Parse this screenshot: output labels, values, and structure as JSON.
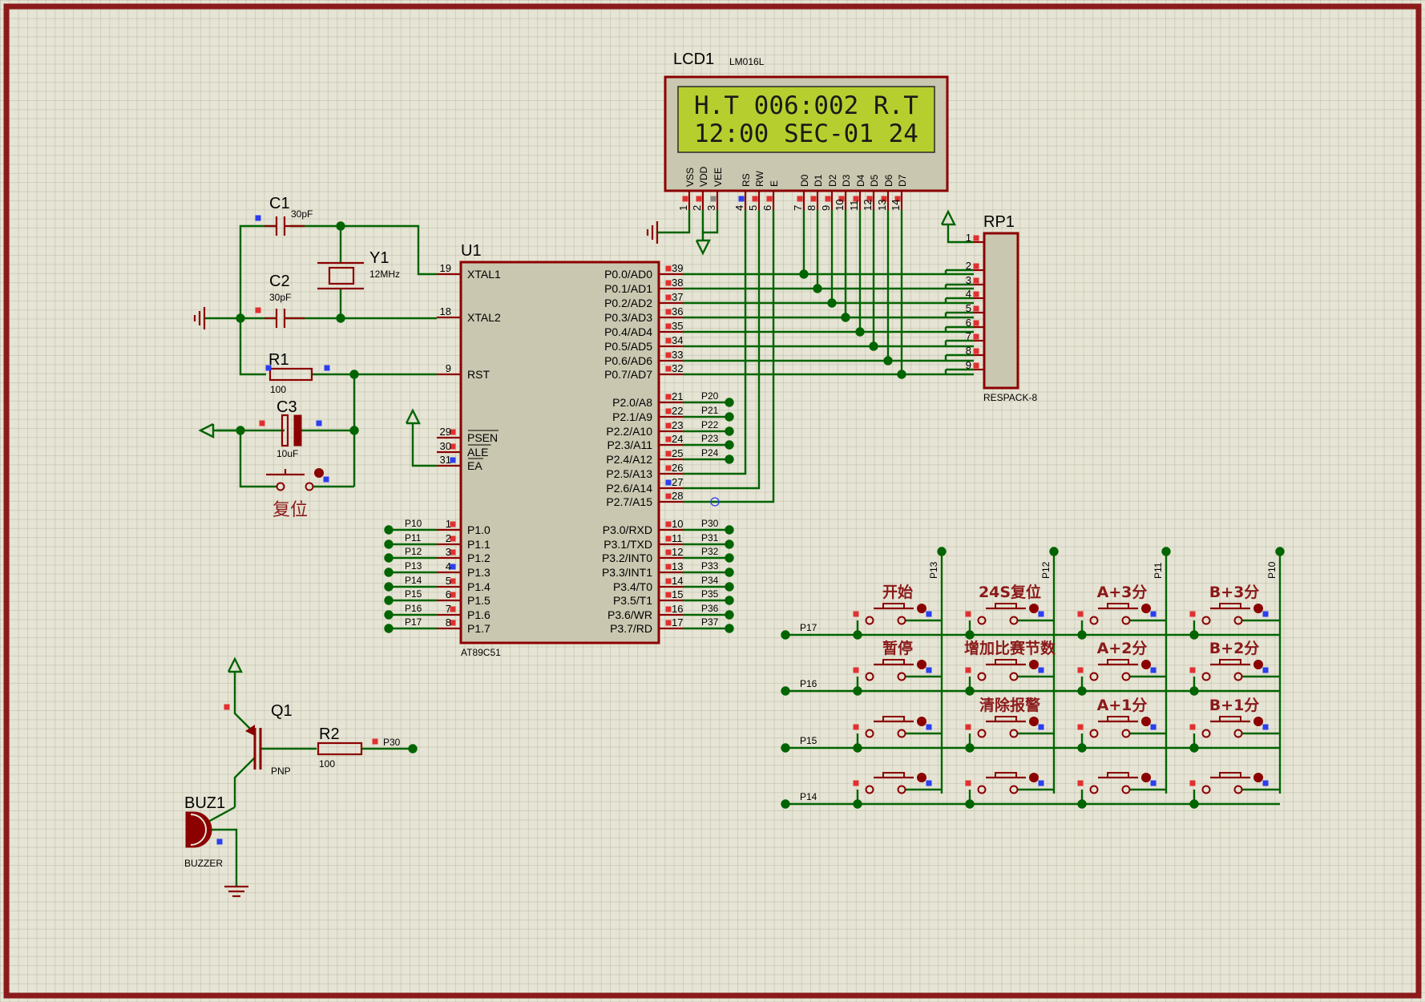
{
  "lcd": {
    "ref": "LCD1",
    "part": "LM016L",
    "line1": "H.T 006:002 R.T",
    "line2": "12:00 SEC-01 24",
    "pins": [
      "VSS",
      "VDD",
      "VEE",
      "RS",
      "RW",
      "E",
      "D0",
      "D1",
      "D2",
      "D3",
      "D4",
      "D5",
      "D6",
      "D7"
    ],
    "pin_numbers": [
      "1",
      "2",
      "3",
      "4",
      "5",
      "6",
      "7",
      "8",
      "9",
      "10",
      "11",
      "12",
      "13",
      "14"
    ]
  },
  "mcu": {
    "ref": "U1",
    "part": "AT89C51",
    "left_pins": [
      {
        "name": "XTAL1",
        "no": "19"
      },
      {
        "name": "XTAL2",
        "no": "18"
      },
      {
        "name": "RST",
        "no": "9"
      },
      {
        "name": "PSEN",
        "no": "29"
      },
      {
        "name": "ALE",
        "no": "30"
      },
      {
        "name": "EA",
        "no": "31"
      },
      {
        "name": "P1.0",
        "no": "1",
        "net": "P10"
      },
      {
        "name": "P1.1",
        "no": "2",
        "net": "P11"
      },
      {
        "name": "P1.2",
        "no": "3",
        "net": "P12"
      },
      {
        "name": "P1.3",
        "no": "4",
        "net": "P13"
      },
      {
        "name": "P1.4",
        "no": "5",
        "net": "P14"
      },
      {
        "name": "P1.5",
        "no": "6",
        "net": "P15"
      },
      {
        "name": "P1.6",
        "no": "7",
        "net": "P16"
      },
      {
        "name": "P1.7",
        "no": "8",
        "net": "P17"
      }
    ],
    "right_pins": [
      {
        "name": "P0.0/AD0",
        "no": "39"
      },
      {
        "name": "P0.1/AD1",
        "no": "38"
      },
      {
        "name": "P0.2/AD2",
        "no": "37"
      },
      {
        "name": "P0.3/AD3",
        "no": "36"
      },
      {
        "name": "P0.4/AD4",
        "no": "35"
      },
      {
        "name": "P0.5/AD5",
        "no": "34"
      },
      {
        "name": "P0.6/AD6",
        "no": "33"
      },
      {
        "name": "P0.7/AD7",
        "no": "32"
      },
      {
        "name": "P2.0/A8",
        "no": "21",
        "net": "P20"
      },
      {
        "name": "P2.1/A9",
        "no": "22",
        "net": "P21"
      },
      {
        "name": "P2.2/A10",
        "no": "23",
        "net": "P22"
      },
      {
        "name": "P2.3/A11",
        "no": "24",
        "net": "P23"
      },
      {
        "name": "P2.4/A12",
        "no": "25",
        "net": "P24"
      },
      {
        "name": "P2.5/A13",
        "no": "26",
        "net": ""
      },
      {
        "name": "P2.6/A14",
        "no": "27",
        "net": ""
      },
      {
        "name": "P2.7/A15",
        "no": "28",
        "net": ""
      },
      {
        "name": "P3.0/RXD",
        "no": "10",
        "net": "P30"
      },
      {
        "name": "P3.1/TXD",
        "no": "11",
        "net": "P31"
      },
      {
        "name": "P3.2/INT0",
        "no": "12",
        "net": "P32"
      },
      {
        "name": "P3.3/INT1",
        "no": "13",
        "net": "P33"
      },
      {
        "name": "P3.4/T0",
        "no": "14",
        "net": "P34"
      },
      {
        "name": "P3.5/T1",
        "no": "15",
        "net": "P35"
      },
      {
        "name": "P3.6/WR",
        "no": "16",
        "net": "P36"
      },
      {
        "name": "P3.7/RD",
        "no": "17",
        "net": "P37"
      }
    ]
  },
  "rp1": {
    "ref": "RP1",
    "part": "RESPACK-8",
    "pins": [
      "1",
      "2",
      "3",
      "4",
      "5",
      "6",
      "7",
      "8",
      "9"
    ]
  },
  "c1": {
    "ref": "C1",
    "value": "30pF"
  },
  "c2": {
    "ref": "C2",
    "value": "30pF"
  },
  "y1": {
    "ref": "Y1",
    "value": "12MHz"
  },
  "r1": {
    "ref": "R1",
    "value": "100"
  },
  "c3": {
    "ref": "C3",
    "value": "10uF"
  },
  "reset_label": "复位",
  "q1": {
    "ref": "Q1",
    "type": "PNP"
  },
  "r2": {
    "ref": "R2",
    "value": "100",
    "net": "P30"
  },
  "buz1": {
    "ref": "BUZ1",
    "part": "BUZZER"
  },
  "keypad": {
    "columns": [
      "P13",
      "P12",
      "P11",
      "P10"
    ],
    "rows": [
      "P17",
      "P16",
      "P15",
      "P14"
    ],
    "labels": [
      [
        "开始",
        "24S复位",
        "A+3分",
        "B+3分"
      ],
      [
        "暂停",
        "增加比赛节数",
        "A+2分",
        "B+2分"
      ],
      [
        "",
        "清除报警",
        "A+1分",
        "B+1分"
      ],
      [
        "",
        "",
        "",
        ""
      ]
    ]
  },
  "colors": {
    "wire": "#006400",
    "component": "#8b0000",
    "body": "#c9c7b0",
    "lcd_screen": "#b6cf2e",
    "border": "#8b1a1a"
  }
}
